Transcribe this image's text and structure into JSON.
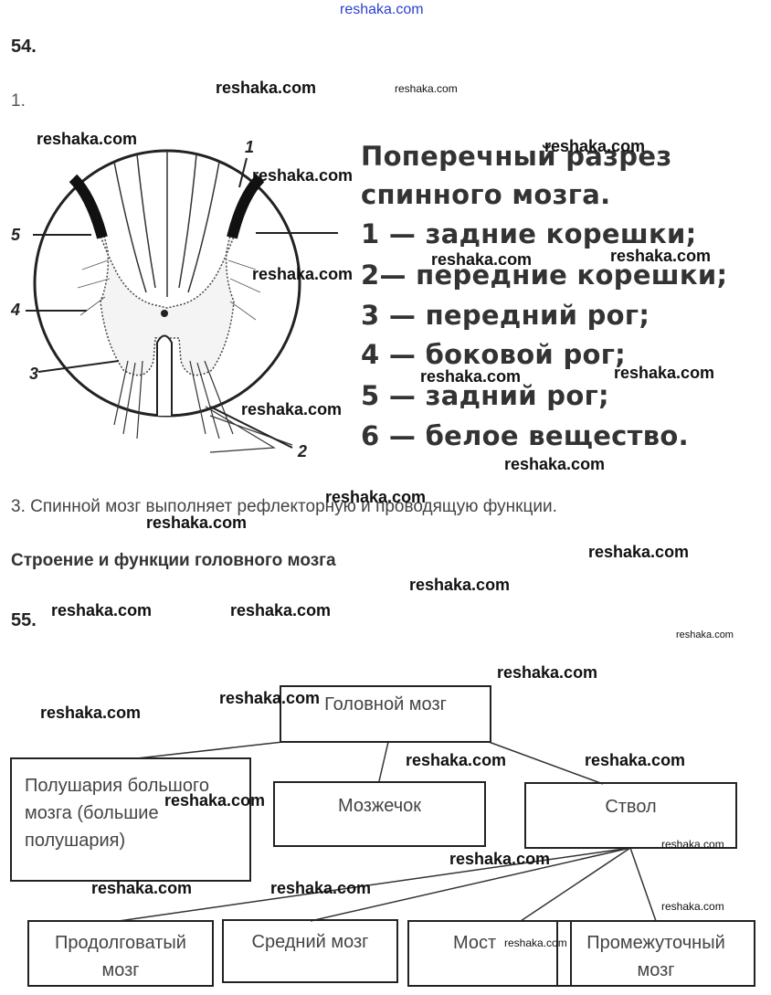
{
  "site_header": "reshaka.com",
  "task54": {
    "number": "54.",
    "item1": "1.",
    "caption": [
      "Поперечный разрез",
      "спинного мозга.",
      "1 — задние корешки;",
      "2— передние корешки;",
      "3 — передний рог;",
      "4 — боковой рог;",
      "5 — задний рог;",
      "6 — белое вещество."
    ],
    "figure_labels": [
      "1",
      "2",
      "3",
      "4",
      "5"
    ],
    "item3": "3. Спинной мозг выполняет рефлекторную и проводящую функции."
  },
  "section_heading": "Строение и функции головного мозга",
  "task55": {
    "number": "55.",
    "root": "Головной мозг",
    "level1": {
      "hemispheres": [
        "Полушария большого",
        "мозга (большие",
        "полушария)"
      ],
      "cerebellum": "Мозжечок",
      "stem": "Ствол"
    },
    "level2": {
      "medulla": [
        "Продолговатый",
        "мозг"
      ],
      "midbrain": "Средний мозг",
      "pons": "Мост",
      "diencephalon": [
        "Промежуточный",
        "мозг"
      ]
    }
  },
  "watermark": "reshaka.com"
}
